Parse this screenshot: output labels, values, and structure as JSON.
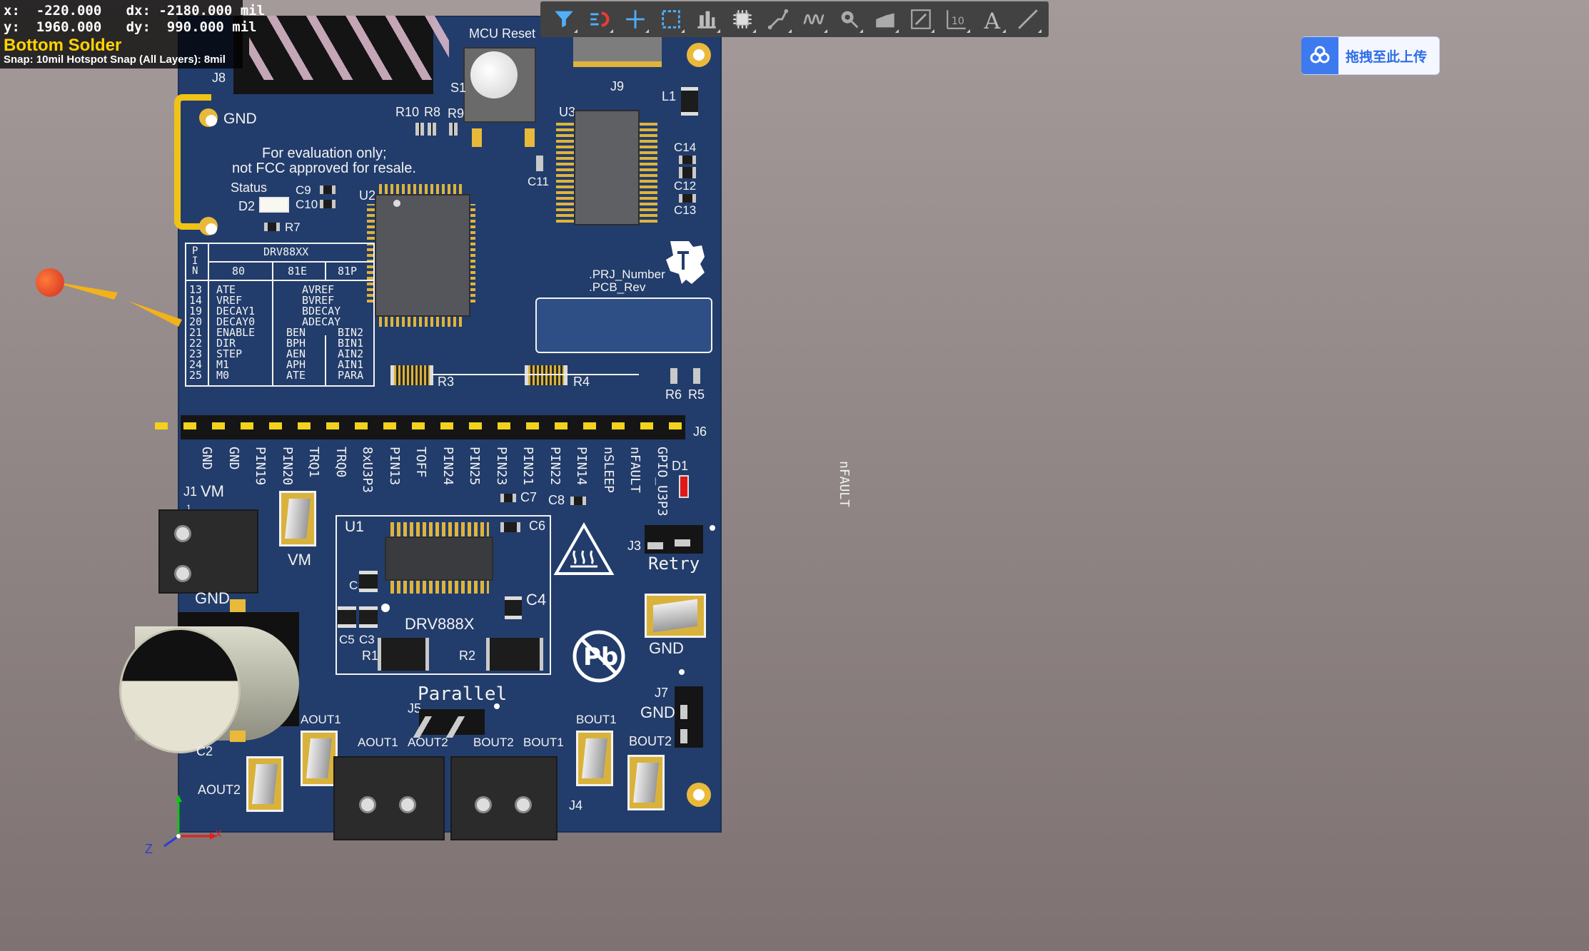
{
  "hud": {
    "line1": "x:  -220.000   dx: -2180.000 mil",
    "line2": "y:  1960.000   dy:  990.000 mil",
    "layer": "Bottom Solder",
    "snap": "Snap: 10mil Hotspot Snap (All Layers): 8mil"
  },
  "toolbar": {
    "tools": [
      "filter-icon",
      "route-icon",
      "crosshair-icon",
      "select-rect-icon",
      "align-icon",
      "component-icon",
      "net-route-icon",
      "length-tune-icon",
      "via-icon",
      "fill-icon",
      "dimension-icon",
      "string-icon",
      "text-icon",
      "line-icon"
    ],
    "text_glyph": "A",
    "dim_label": "10"
  },
  "upload": {
    "label": "拖拽至此上传"
  },
  "pcb": {
    "colors": {
      "board": "#223d6b",
      "silk": "#f2f2f2",
      "pad": "#e9b93a"
    },
    "labels": {
      "j8": "J8",
      "gnd_top": "GND",
      "mcu_reset": "MCU Reset",
      "s1": "S1",
      "j9": "J9",
      "l1": "L1",
      "u3": "U3",
      "r10": "R10",
      "r8": "R8",
      "r9": "R9",
      "c11": "C11",
      "c14": "C14",
      "c12": "C12",
      "c13": "C13",
      "eval1": "For evaluation only;",
      "eval2": "not FCC approved for resale.",
      "status": "Status",
      "d2": "D2",
      "c9": "C9",
      "c10": "C10",
      "r7": "R7",
      "u2": "U2",
      "prj": ".PRJ_Number",
      "pcb_rev": ".PCB_Rev",
      "r3": "R3",
      "r4": "R4",
      "r6": "R6",
      "r5": "R5",
      "j6": "J6",
      "j1": "J1",
      "vm1": "VM",
      "vm2": "VM",
      "one": "1",
      "gnd_mid": "GND",
      "u1": "U1",
      "c1": "C1",
      "c6": "C6",
      "c4": "C4",
      "c5": "C5",
      "c3": "C3",
      "r1": "R1",
      "r2": "R2",
      "drv": "DRV888X",
      "parallel": "Parallel",
      "c7": "C7",
      "c8": "C8",
      "d1": "D1",
      "j3": "J3",
      "retry": "Retry",
      "gnd_right": "GND",
      "j7": "J7",
      "gnd_j7": "GND",
      "bout2_r": "BOUT2",
      "bout1_r": "BOUT1",
      "j5": "J5",
      "aout1_a": "AOUT1",
      "aout1_b": "AOUT1",
      "aout2_a": "AOUT2",
      "aout2_b": "AOUT2",
      "bout2_b": "BOUT2",
      "bout1_b": "BOUT1",
      "j4": "J4",
      "c2": "C2"
    },
    "j6_pins": [
      "GND",
      "GND",
      "PIN19",
      "PIN20",
      "TRQ1",
      "TRQ0",
      "8xU3P3",
      "PIN13",
      "TOFF",
      "PIN24",
      "PIN25",
      "PIN23",
      "PIN21",
      "PIN22",
      "PIN14",
      "nSLEEP",
      "nFAULT",
      "GPIO_U3P3"
    ],
    "nfault_side": "nFAULT",
    "pin_table": {
      "header_p": "P\nI\nN",
      "header_title": "DRV88XX",
      "cols": [
        "80",
        "81E",
        "81P"
      ],
      "pins": "13\n14\n19\n20\n21\n22\n23\n24\n25",
      "col80": "ATE\nVREF\nDECAY1\nDECAY0\nENABLE\nDIR\nSTEP\nM1\nM0",
      "col81_shared": "AVREF\nBVREF\nBDECAY\nADECAY",
      "col81e": "BEN\nBPH\nAEN\nAPH\nATE",
      "col81p": "BIN2\nBIN1\nAIN2\nAIN1\nPARA"
    }
  },
  "axes": {
    "x": "X",
    "z": "Z"
  }
}
